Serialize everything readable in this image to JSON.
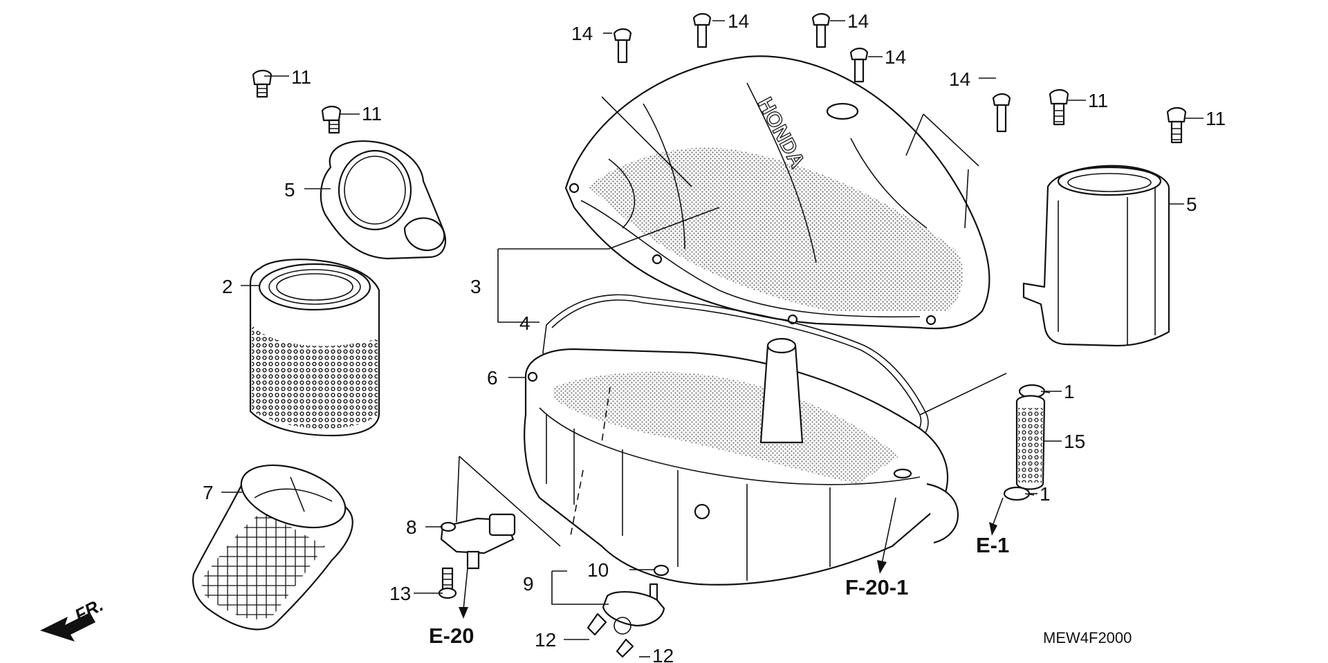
{
  "diagram": {
    "code": "MEW4F2000",
    "brand_mark": "HONDA",
    "front_marker": "FR.",
    "references": {
      "e1": "E-1",
      "e20": "E-20",
      "f201": "F-20-1"
    },
    "callouts": {
      "c1_top": "1",
      "c1_bottom": "1",
      "c2": "2",
      "c3": "3",
      "c4": "4",
      "c5_left": "5",
      "c5_right": "5",
      "c6": "6",
      "c7": "7",
      "c8": "8",
      "c9": "9",
      "c10": "10",
      "c11_a": "11",
      "c11_b": "11",
      "c11_c": "11",
      "c11_d": "11",
      "c12_a": "12",
      "c12_b": "12",
      "c13": "13",
      "c14_a": "14",
      "c14_b": "14",
      "c14_c": "14",
      "c14_d": "14",
      "c14_e": "14",
      "c15": "15"
    }
  }
}
